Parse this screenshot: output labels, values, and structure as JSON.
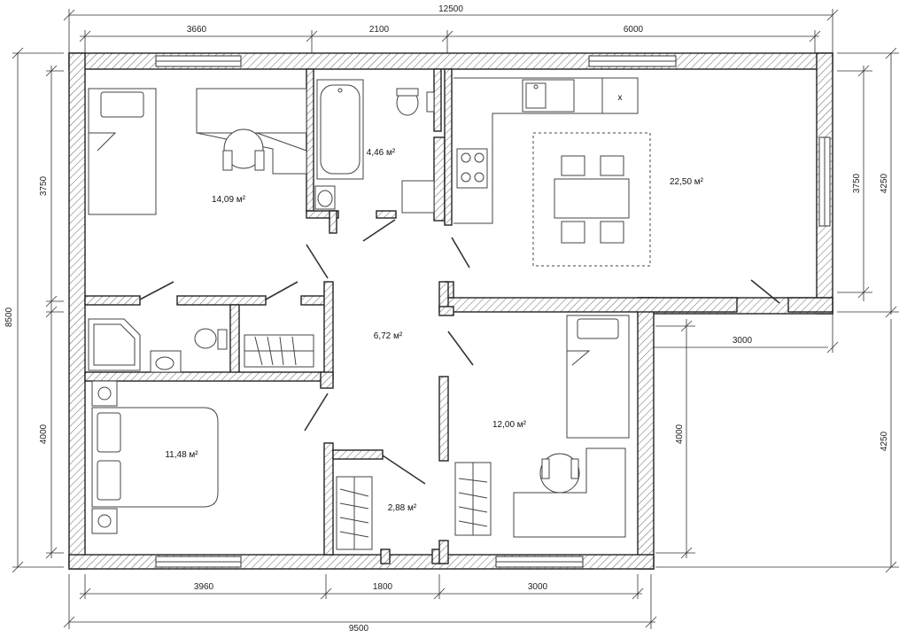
{
  "dimensions": {
    "top_total": "12500",
    "top_seg1": "3660",
    "top_seg2": "2100",
    "top_seg3": "6000",
    "left_total": "8500",
    "left_upper": "3750",
    "left_lower": "4000",
    "right_upper_inner": "3750",
    "right_upper_outer": "4250",
    "right_lower_inner": "4000",
    "right_lower_outer": "4250",
    "mid_right_step": "3000",
    "bottom_seg1": "3960",
    "bottom_seg2": "1800",
    "bottom_seg3": "3000",
    "bottom_total": "9500"
  },
  "rooms": {
    "bedroom_nw": "14,09 м²",
    "bathroom_n": "4,46 м²",
    "kitchen_living": "22,50 м²",
    "hall": "6,72 м²",
    "bedroom_se": "12,00 м²",
    "bedroom_sw": "11,48 м²",
    "closet": "2,88 м²"
  }
}
